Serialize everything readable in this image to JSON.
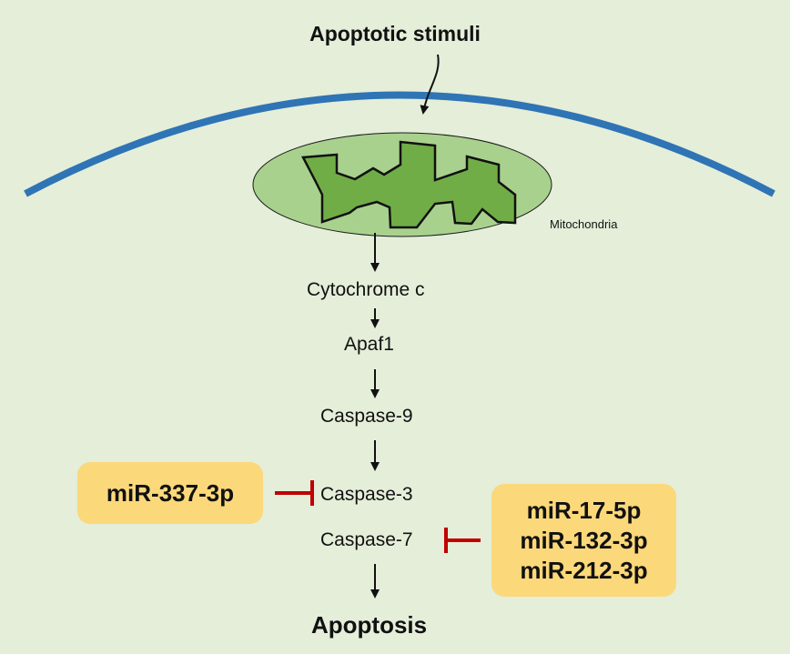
{
  "title": "Apoptotic stimuli",
  "organelle_label": "Mitochondria",
  "pathway": [
    "Cytochrome c",
    "Apaf1",
    "Caspase-9",
    "Caspase-3",
    "Caspase-7"
  ],
  "outcome": "Apoptosis",
  "inhibitors": {
    "caspase3": [
      "miR-337-3p"
    ],
    "caspase7": [
      "miR-17-5p",
      "miR-132-3p",
      "miR-212-3p"
    ]
  },
  "colors": {
    "background": "#e4eed9",
    "membrane": "#2f74b5",
    "mitochondrion_outer": "#a9d18e",
    "mitochondrion_inner": "#70ad47",
    "inhibitor_box": "#fbd87a",
    "inhibition": "#c00000"
  }
}
